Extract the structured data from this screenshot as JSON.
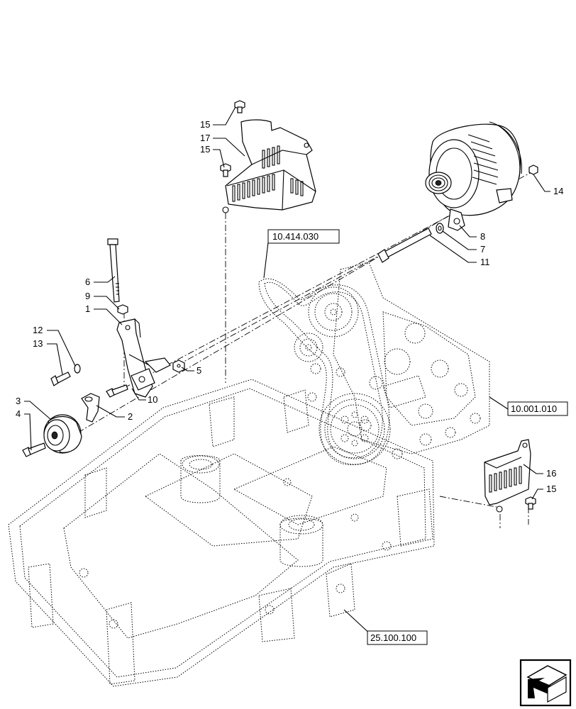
{
  "callouts": [
    {
      "id": "c15a",
      "label": "15"
    },
    {
      "id": "c17",
      "label": "17"
    },
    {
      "id": "c15b",
      "label": "15"
    },
    {
      "id": "c14",
      "label": "14"
    },
    {
      "id": "c8",
      "label": "8"
    },
    {
      "id": "c7",
      "label": "7"
    },
    {
      "id": "c11",
      "label": "11"
    },
    {
      "id": "c6",
      "label": "6"
    },
    {
      "id": "c9",
      "label": "9"
    },
    {
      "id": "c1",
      "label": "1"
    },
    {
      "id": "c12",
      "label": "12"
    },
    {
      "id": "c13",
      "label": "13"
    },
    {
      "id": "c5",
      "label": "5"
    },
    {
      "id": "c10",
      "label": "10"
    },
    {
      "id": "c2",
      "label": "2"
    },
    {
      "id": "c3",
      "label": "3"
    },
    {
      "id": "c4",
      "label": "4"
    },
    {
      "id": "c16",
      "label": "16"
    },
    {
      "id": "c15c",
      "label": "15"
    }
  ],
  "references": {
    "belt": "10.414.030",
    "engine": "10.001.010",
    "frame": "25.100.100"
  },
  "icons": {
    "corner": "navigation-arrow-icon"
  }
}
